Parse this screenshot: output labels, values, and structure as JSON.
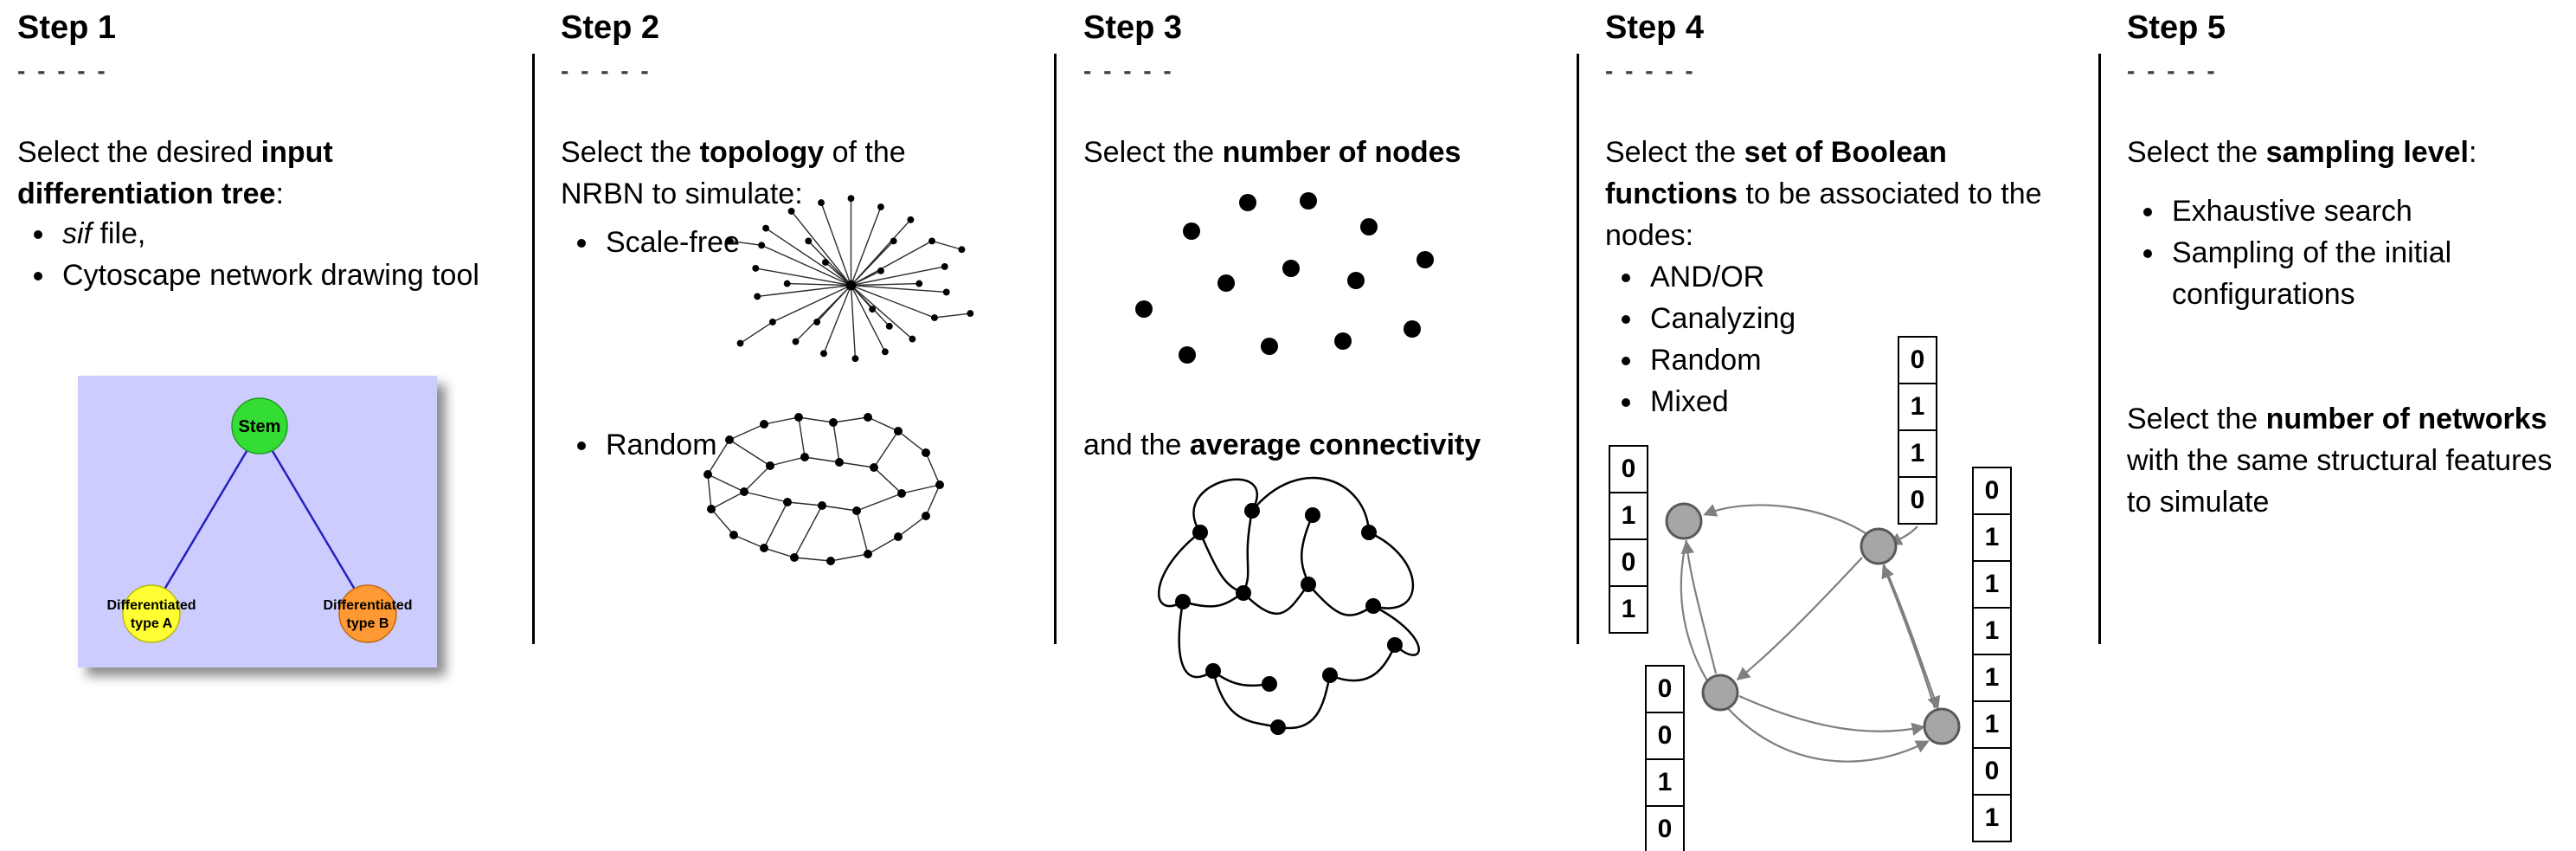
{
  "colors": {
    "divider": "#000000",
    "node_gray": "#a6a6a6",
    "node_gray_border": "#595959",
    "arrow_gray": "#7f7f7f"
  },
  "figure": {
    "steps": [
      {
        "title": "Step 1",
        "dashes": "- - - - -",
        "intro": {
          "pre": "Select the desired ",
          "bold": "input differentiation tree",
          "post": ":"
        },
        "bullets": [
          {
            "italic": "sif",
            "rest": " file,"
          },
          {
            "text": "Cytoscape network drawing tool"
          }
        ],
        "tree": {
          "stem": "Stem",
          "type_a_line1": "Differentiated",
          "type_a_line2": "type A",
          "type_b_line1": "Differentiated",
          "type_b_line2": "type B",
          "colors": {
            "background": "#ccccff",
            "stem": "#33dd33",
            "type_a": "#ffff33",
            "type_b": "#ff9933",
            "edge": "#2222bb"
          }
        }
      },
      {
        "title": "Step 2",
        "dashes": "- - - - -",
        "intro": {
          "pre": "Select the ",
          "bold": "topology",
          "post": " of the NRBN to simulate:"
        },
        "bullets": [
          {
            "text": "Scale-free"
          },
          {
            "text": "Random"
          }
        ]
      },
      {
        "title": "Step 3",
        "dashes": "- - - - -",
        "intro": {
          "pre": "Select the ",
          "bold": "number of nodes",
          "post": ""
        },
        "second": {
          "pre": "and the ",
          "bold": "average connectivity",
          "post": ""
        }
      },
      {
        "title": "Step 4",
        "dashes": "- - - - -",
        "intro": {
          "pre": "Select the ",
          "bold": "set of Boolean functions",
          "post": " to be associated to the nodes:"
        },
        "bullets": [
          {
            "text": "AND/OR"
          },
          {
            "text": "Canalyzing"
          },
          {
            "text": "Random"
          },
          {
            "text": "Mixed"
          }
        ],
        "tables": {
          "left": [
            "0",
            "1",
            "0",
            "1"
          ],
          "top": [
            "0",
            "1",
            "1",
            "0"
          ],
          "bottom_left": [
            "0",
            "0",
            "1",
            "0"
          ],
          "right": [
            "0",
            "1",
            "1",
            "1",
            "1",
            "1",
            "0",
            "1"
          ]
        }
      },
      {
        "title": "Step 5",
        "dashes": "- - - - -",
        "intro": {
          "pre": "Select the ",
          "bold": "sampling level",
          "post": ":"
        },
        "bullets": [
          {
            "text": "Exhaustive search"
          },
          {
            "text": "Sampling of the initial configurations"
          }
        ],
        "second": {
          "pre": "Select the ",
          "bold": "number of networks",
          "post": " with the same structural features to simulate"
        }
      }
    ]
  }
}
